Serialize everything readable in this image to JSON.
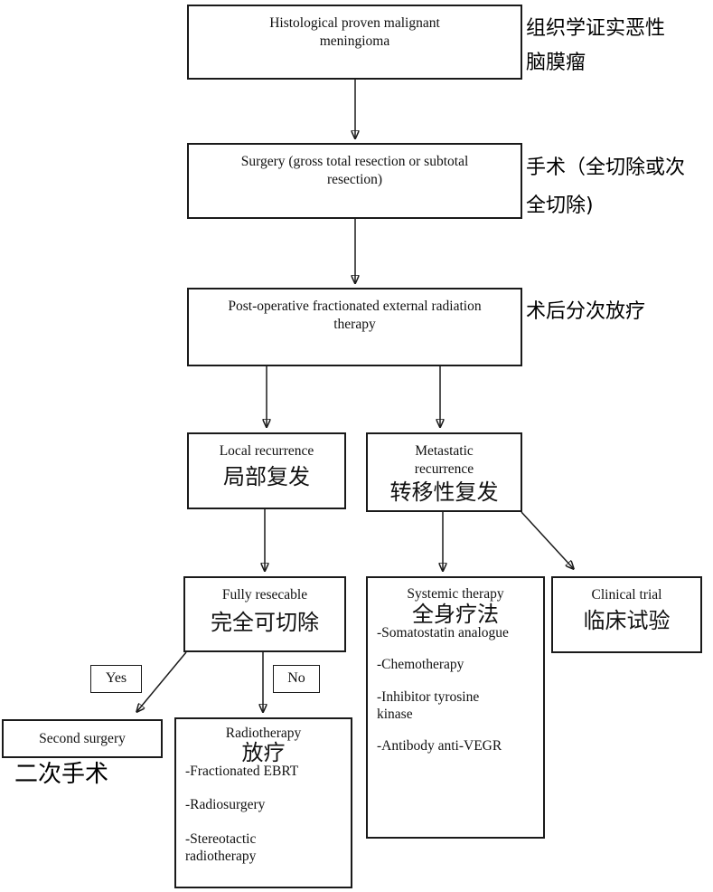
{
  "flowchart": {
    "histology": {
      "en": "Histological proven malignant meningioma",
      "zh": "组织学证实恶性脑膜瘤"
    },
    "surgery": {
      "en": "Surgery (gross total resection or subtotal resection)",
      "zh": "手术（全切除或次全切除)"
    },
    "postop": {
      "en": "Post-operative fractionated external radiation therapy",
      "zh": "术后分次放疗"
    },
    "local_recurrence": {
      "en": "Local recurrence",
      "zh": "局部复发"
    },
    "metastatic_recurrence": {
      "en": "Metastatic recurrence",
      "zh": "转移性复发"
    },
    "fully_resecable": {
      "en": "Fully resecable",
      "zh": "完全可切除"
    },
    "yes_label": "Yes",
    "no_label": "No",
    "second_surgery": {
      "en": "Second surgery",
      "zh": "二次手术"
    },
    "radiotherapy": {
      "en": "Radiotherapy",
      "zh": "放疗",
      "items": [
        "-Fractionated EBRT",
        "-Radiosurgery",
        "-Stereotactic radiotherapy"
      ]
    },
    "systemic_therapy": {
      "en": "Systemic therapy",
      "zh": "全身疗法",
      "items": [
        "-Somatostatin analogue",
        "-Chemotherapy",
        "-Inhibitor tyrosine kinase",
        "-Antibody anti-VEGR"
      ]
    },
    "clinical_trial": {
      "en": "Clinical trial",
      "zh": "临床试验"
    }
  },
  "colors": {
    "line": "#1a1a1a",
    "background": "#ffffff",
    "text": "#111111"
  }
}
